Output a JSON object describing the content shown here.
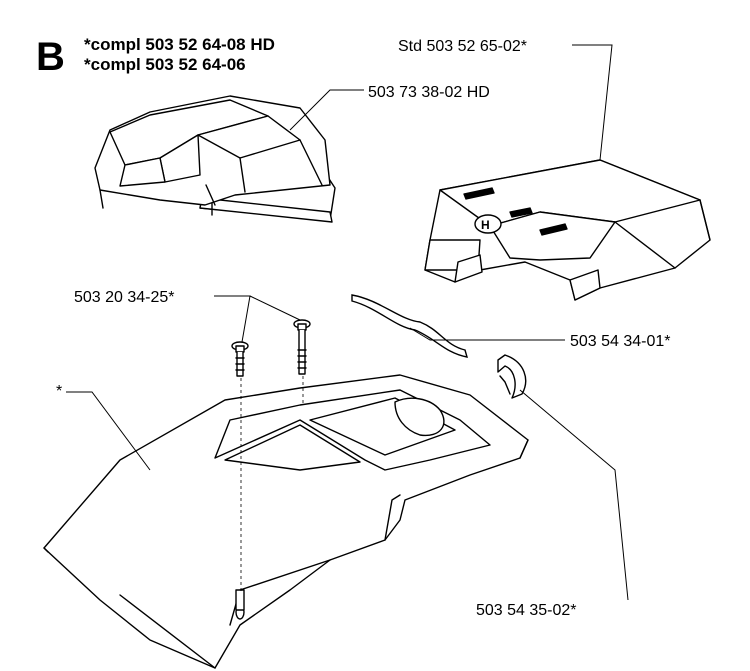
{
  "header": {
    "section_letter": "B",
    "lines": [
      "*compl 503 52 64-08 HD",
      "*compl 503 52 64-06"
    ]
  },
  "callouts": {
    "std_cover": "Std 503 52 65-02*",
    "hd_cover": "503 73 38-02 HD",
    "screws": "503 20 34-25*",
    "seal_strip": "503 54 34-01*",
    "clip": "503 54 35-02*",
    "base_cover": "*"
  },
  "logo": {
    "mark": "H"
  }
}
